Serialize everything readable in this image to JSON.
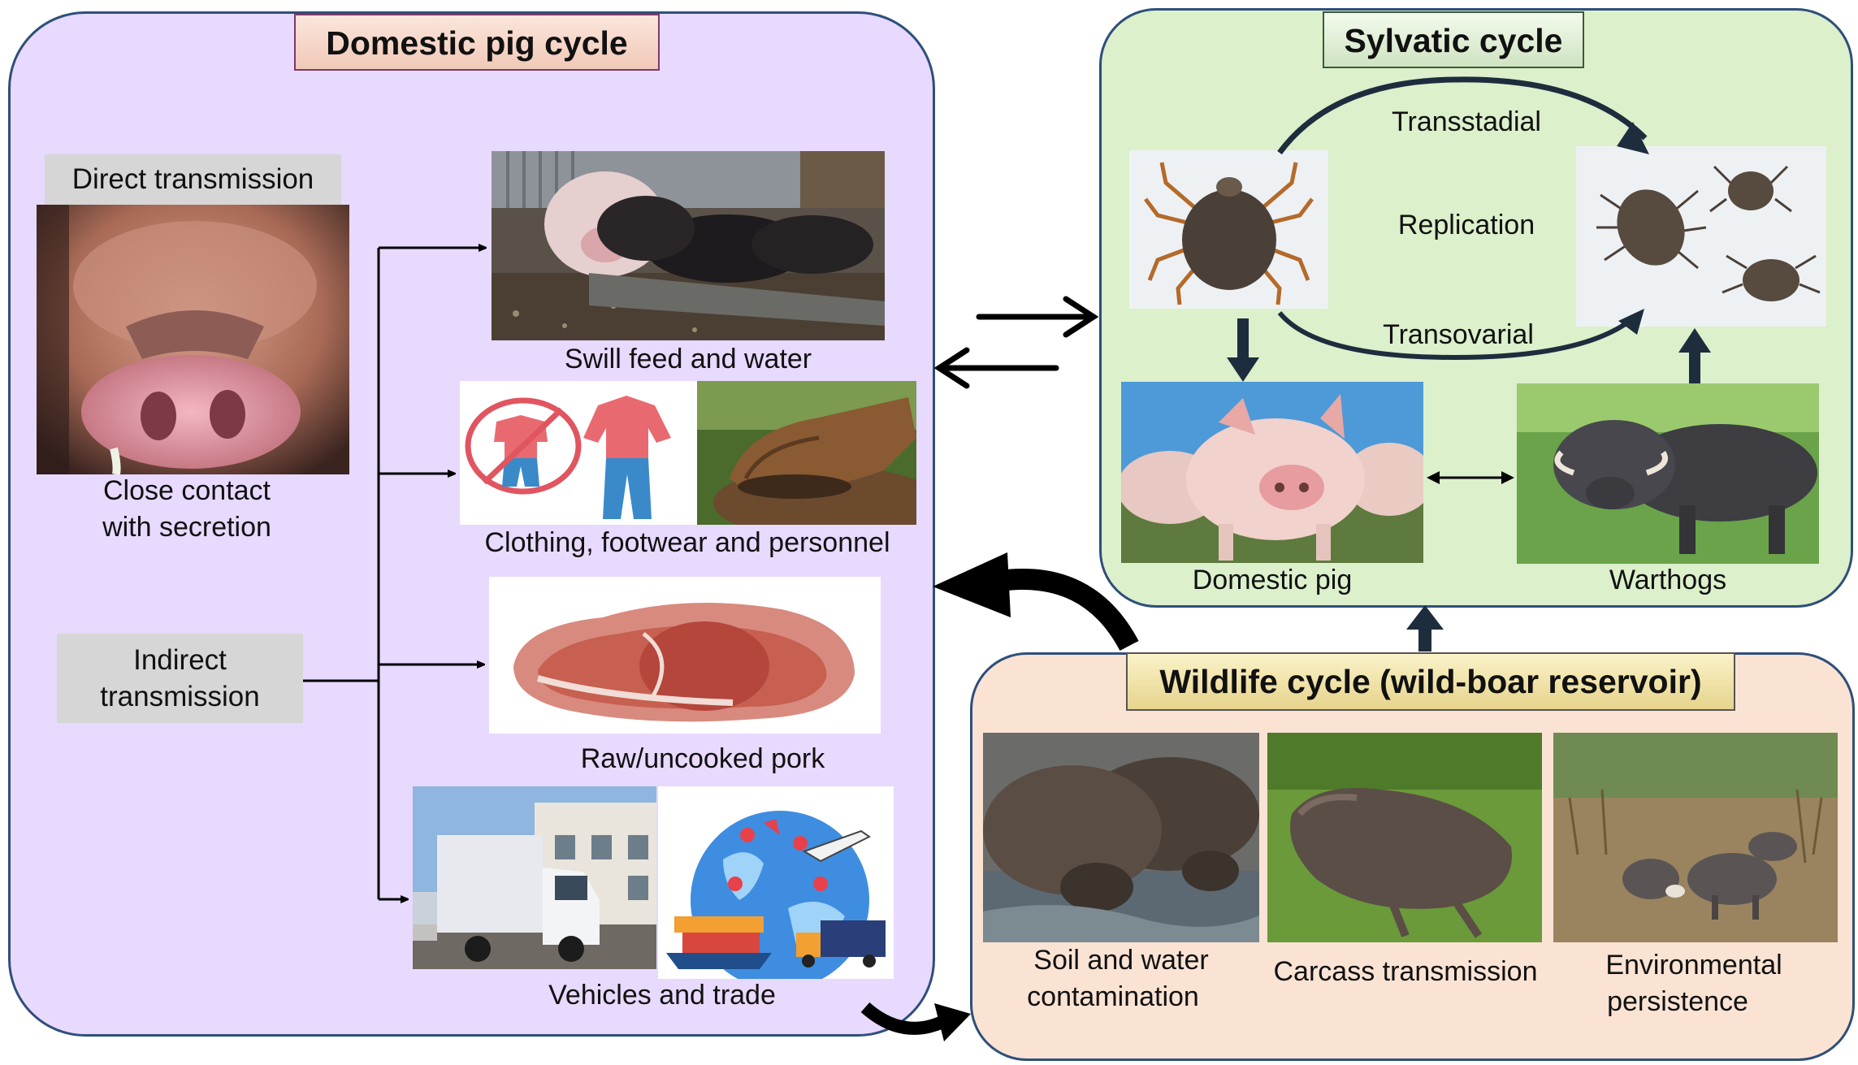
{
  "domestic": {
    "title": "Domestic pig cycle",
    "direct_transmission": "Direct transmission",
    "close_contact_line1": "Close contact",
    "close_contact_line2": "with secretion",
    "indirect_line1": "Indirect",
    "indirect_line2": "transmission",
    "routes": {
      "swill": "Swill feed and water",
      "clothing": "Clothing, footwear and personnel",
      "pork": "Raw/uncooked pork",
      "vehicles": "Vehicles and trade"
    }
  },
  "sylvatic": {
    "title": "Sylvatic cycle",
    "transstadial": "Transstadial",
    "replication": "Replication",
    "transovarial": "Transovarial",
    "domestic_pig": "Domestic pig",
    "warthogs": "Warthogs"
  },
  "wildlife": {
    "title": "Wildlife cycle (wild-boar reservoir)",
    "soil_line1": "Soil and water",
    "soil_line2": "contamination",
    "carcass": "Carcass transmission",
    "env_line1": "Environmental",
    "env_line2": "persistence"
  }
}
